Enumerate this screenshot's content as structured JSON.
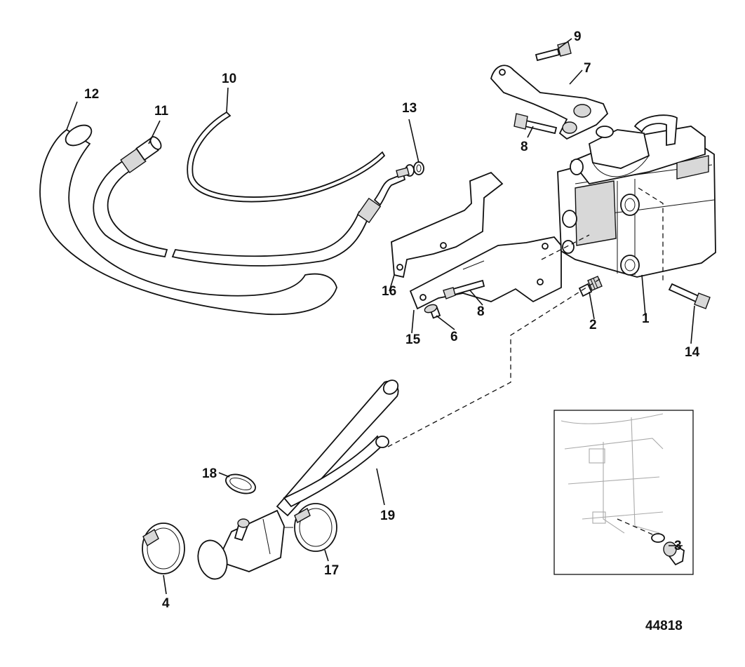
{
  "figure_id": "44818",
  "callouts": [
    "1",
    "2",
    "3",
    "4",
    "6",
    "7",
    "8",
    "8",
    "9",
    "10",
    "11",
    "12",
    "13",
    "14",
    "15",
    "16",
    "17",
    "18",
    "19"
  ]
}
